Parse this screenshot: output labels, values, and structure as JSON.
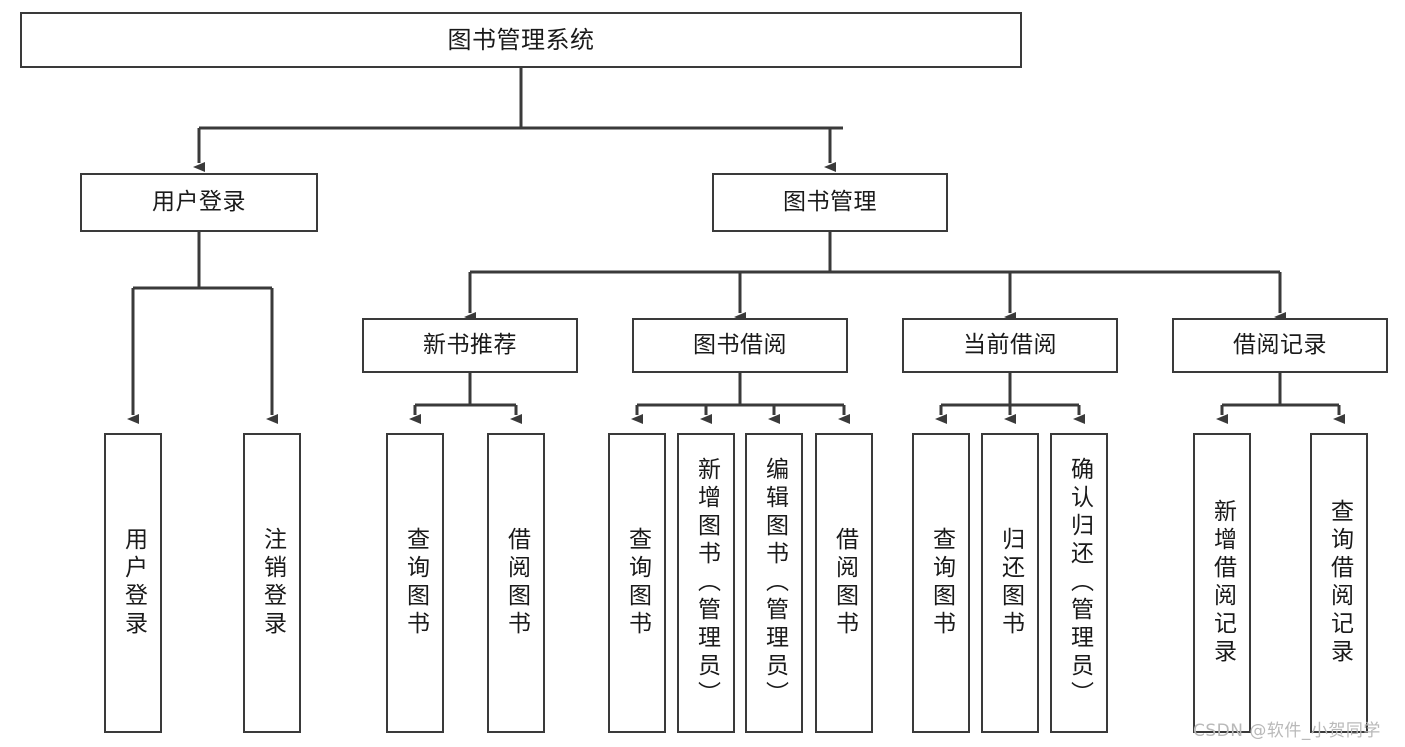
{
  "diagram": {
    "title": "图书管理系统",
    "type": "tree",
    "watermark": "CSDN @软件_小贺同学",
    "colors": {
      "stroke": "#3a3a3a",
      "fill": "#ffffff",
      "text": "#1a1a1a",
      "watermark": "#b9b9b9"
    },
    "root": {
      "label": "图书管理系统"
    },
    "level1": [
      {
        "label": "用户登录"
      },
      {
        "label": "图书管理"
      }
    ],
    "level2": [
      {
        "label": "新书推荐"
      },
      {
        "label": "图书借阅"
      },
      {
        "label": "当前借阅"
      },
      {
        "label": "借阅记录"
      }
    ],
    "leaves": {
      "user_login": [
        {
          "label": "用户登录"
        },
        {
          "label": "注销登录"
        }
      ],
      "new_book_recommend": [
        {
          "label": "查询图书"
        },
        {
          "label": "借阅图书"
        }
      ],
      "book_borrow": [
        {
          "label": "查询图书"
        },
        {
          "label": "新增图书（管理员）"
        },
        {
          "label": "编辑图书（管理员）"
        },
        {
          "label": "借阅图书"
        }
      ],
      "current_borrow": [
        {
          "label": "查询图书"
        },
        {
          "label": "归还图书"
        },
        {
          "label": "确认归还（管理员）"
        }
      ],
      "borrow_record": [
        {
          "label": "新增借阅记录"
        },
        {
          "label": "查询借阅记录"
        }
      ]
    }
  }
}
